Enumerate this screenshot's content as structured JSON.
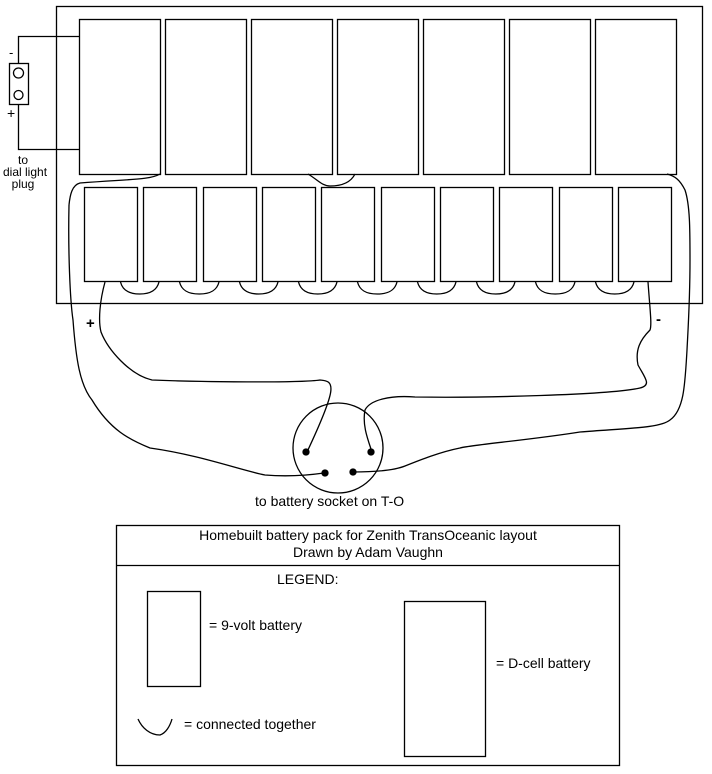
{
  "diagram": {
    "dial_plug": {
      "label_lines": [
        "to",
        "dial light",
        "plug"
      ],
      "minus_sign": "-",
      "plus_sign": "+"
    },
    "d_cell_count": 7,
    "nine_volt_count": 10,
    "pack_plus": "+",
    "pack_minus": "-",
    "socket_label": "to battery socket on T-O"
  },
  "title_box": {
    "title": "Homebuilt battery pack for Zenith TransOceanic layout",
    "author": "Drawn by Adam Vaughn"
  },
  "legend": {
    "heading": "LEGEND:",
    "nine_volt": "= 9-volt battery",
    "d_cell": "= D-cell battery",
    "connected": "= connected together"
  },
  "colors": {
    "line": "#000000",
    "background": "#ffffff"
  }
}
